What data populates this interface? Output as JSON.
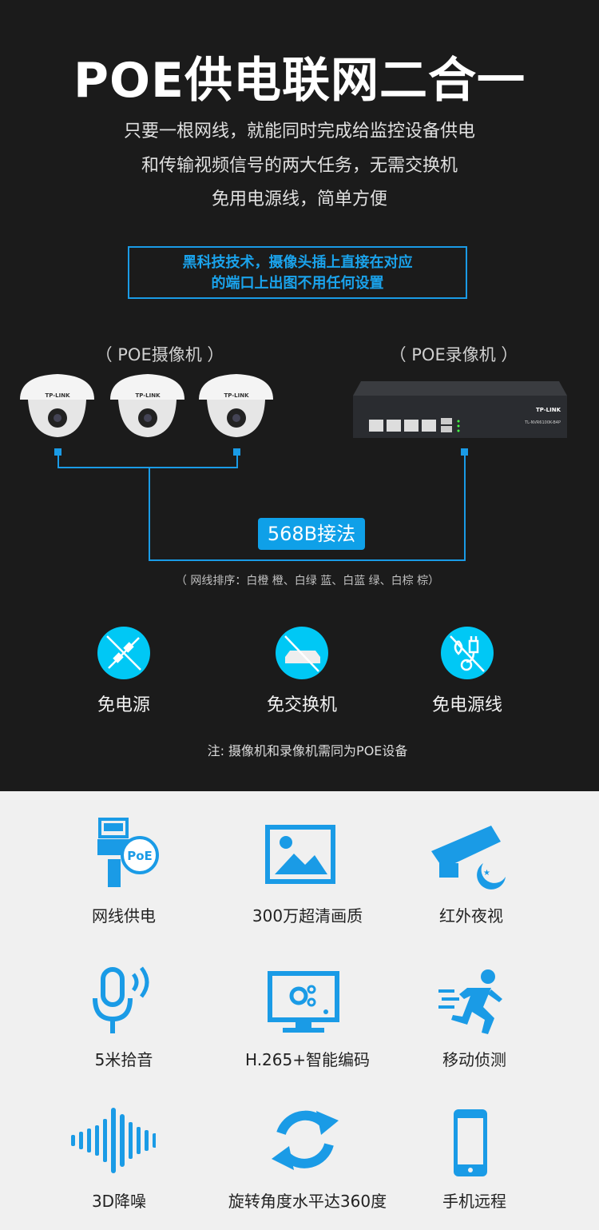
{
  "header": {
    "title": "POE供电联网二合一",
    "subtitle": [
      "只要一根网线，就能同时完成给监控设备供电",
      "和传输视频信号的两大任务，无需交换机",
      "免用电源线，简单方便"
    ]
  },
  "highlight": [
    "黑科技技术，摄像头插上直接在对应",
    "的端口上出图不用任何设置"
  ],
  "diagram": {
    "camera_label": "（ POE摄像机 ）",
    "nvr_label": "（ POE录像机 ）",
    "camera_brand": "TP-LINK",
    "nvr_brand": "TP-LINK",
    "nvr_model": "TL-NVR6100K-B4P",
    "badge": "568B接法",
    "wire_order": "（ 网线排序：白橙 橙、白绿 蓝、白蓝 绿、白棕 棕）"
  },
  "benefits": [
    {
      "label": "免电源",
      "icon": "no-power-adapter-icon"
    },
    {
      "label": "免交换机",
      "icon": "no-switch-icon"
    },
    {
      "label": "免电源线",
      "icon": "no-power-cord-icon"
    }
  ],
  "note": "注: 摄像机和录像机需同为POE设备",
  "features": [
    {
      "label": "网线供电",
      "icon": "poe-cable-icon"
    },
    {
      "label": "300万超清画质",
      "icon": "image-icon"
    },
    {
      "label": "红外夜视",
      "icon": "night-vision-camera-icon"
    },
    {
      "label": "5米拾音",
      "icon": "microphone-icon"
    },
    {
      "label": "H.265+智能编码",
      "icon": "monitor-codec-icon"
    },
    {
      "label": "移动侦测",
      "icon": "running-person-icon"
    },
    {
      "label": "3D降噪",
      "icon": "sound-wave-icon"
    },
    {
      "label": "旋转角度水平达360度",
      "icon": "rotate-icon"
    },
    {
      "label": "手机远程",
      "icon": "mobile-phone-icon"
    }
  ],
  "colors": {
    "accent": "#1a9be6",
    "cyan": "#00c8f5",
    "dark_bg": "#1b1b1b",
    "light_bg": "#f0f0f0"
  }
}
